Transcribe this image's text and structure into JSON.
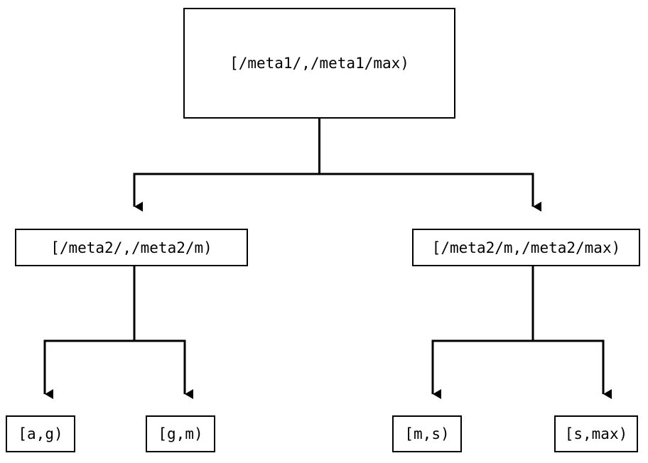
{
  "diagram": {
    "type": "tree",
    "orientation": "top-down",
    "background_color": "#ffffff",
    "line_color": "#000000",
    "text_color": "#000000",
    "nodes": {
      "root": {
        "label": "[/meta1/,/meta1/max)",
        "level": 1
      },
      "meta2_low": {
        "label": "[/meta2/,/meta2/m)",
        "level": 2
      },
      "meta2_high": {
        "label": "[/meta2/m,/meta2/max)",
        "level": 2
      },
      "leaf_ag": {
        "label": "[a,g)",
        "level": 3
      },
      "leaf_gm": {
        "label": "[g,m)",
        "level": 3
      },
      "leaf_ms": {
        "label": "[m,s)",
        "level": 3
      },
      "leaf_smax": {
        "label": "[s,max)",
        "level": 3
      }
    },
    "edges": [
      {
        "from": "root",
        "to": "meta2_low",
        "arrowhead": "filled-triangle-down"
      },
      {
        "from": "root",
        "to": "meta2_high",
        "arrowhead": "filled-triangle-down"
      },
      {
        "from": "meta2_low",
        "to": "leaf_ag",
        "arrowhead": "filled-triangle-down"
      },
      {
        "from": "meta2_low",
        "to": "leaf_gm",
        "arrowhead": "filled-triangle-down"
      },
      {
        "from": "meta2_high",
        "to": "leaf_ms",
        "arrowhead": "filled-triangle-down"
      },
      {
        "from": "meta2_high",
        "to": "leaf_smax",
        "arrowhead": "filled-triangle-down"
      }
    ]
  }
}
